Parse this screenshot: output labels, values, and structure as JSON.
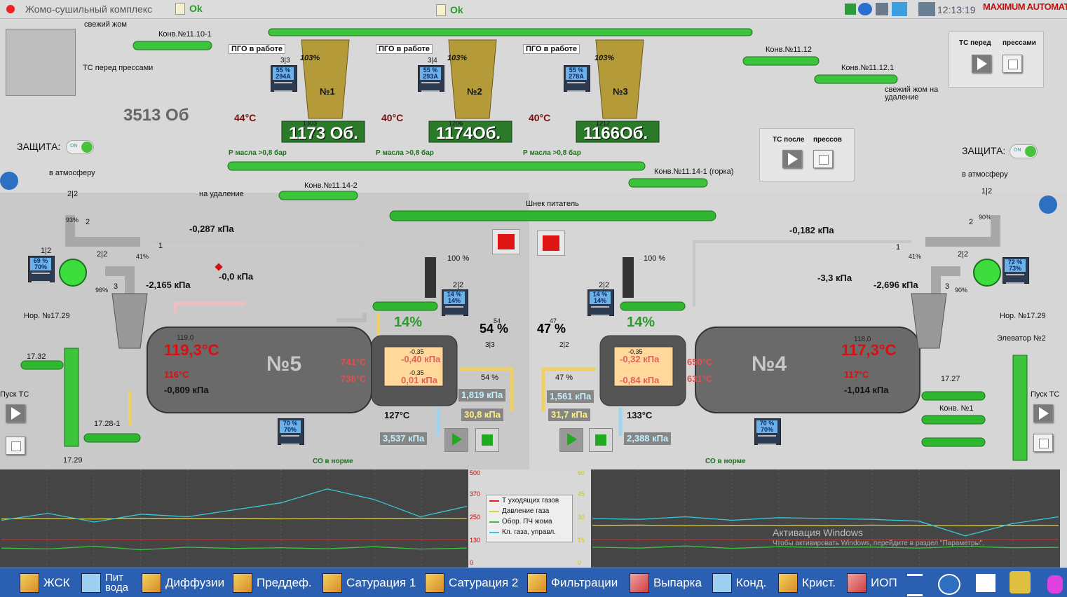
{
  "window": {
    "title": "Жомо-сушильный комплекс",
    "status1": "Ok",
    "status2": "Ok",
    "clock": "12:13:19",
    "brand": "MAXIMUM AUTOMATION"
  },
  "top": {
    "fresh_pulp": "свежий жом",
    "conv_11_10_1": "Конв.№11.10-1",
    "tc_before_press": "ТС перед прессами",
    "rpm_total": "3513 Об",
    "conv_11_12": "Конв.№11.12",
    "conv_11_12_1": "Конв.№11.12.1",
    "pulp_removal": "свежий жом на удаление",
    "tc_box1": {
      "a": "ТС перед",
      "b": "прессами"
    },
    "tc_box2": {
      "a": "ТС после",
      "b": "прессов"
    },
    "conv_11_14_1": "Конв.№11.14-1 (горка)",
    "conv_11_14_2": "Конв.№11.14-2",
    "to_removal": "на удаление",
    "feed_screw": "Шнек питатель",
    "presses": [
      {
        "pgo": "ПГО в работе",
        "num": "№1",
        "pct": "103%",
        "state": "3|3",
        "screen1": "55 %",
        "screen2": "294А",
        "temp": "44°C",
        "small": "1303",
        "rpm": "1173 Об.",
        "oil": "Р масла >0,8 бар"
      },
      {
        "pgo": "ПГО в работе",
        "num": "№2",
        "pct": "103%",
        "state": "3|4",
        "screen1": "55 %",
        "screen2": "293А",
        "temp": "40°C",
        "small": "1206",
        "rpm": "1174Об.",
        "oil": "Р масла >0,8 бар"
      },
      {
        "pgo": "ПГО в работе",
        "num": "№3",
        "pct": "103%",
        "state": "",
        "screen1": "55 %",
        "screen2": "278А",
        "temp": "40°C",
        "small": "1212",
        "rpm": "1166Об.",
        "oil": "Р масла >0,8 бар"
      }
    ]
  },
  "left": {
    "protect": "ЗАЩИТА:",
    "to_atm": "в атмосферу",
    "fan_state": "2|2",
    "fan_pct": "93%",
    "fan_num": "2",
    "damper_num": "1",
    "damper_pct": "41%",
    "p1": "-0,287 кПа",
    "fan2_state": "1|2",
    "fan2_screen1": "69 %",
    "fan2_screen2": "70%",
    "d2_state": "2|2",
    "d2_pct": "96%",
    "d2_num": "3",
    "p2": "-2,165 кПа",
    "p3": "-0,0 кПа",
    "nor": "Нор. №17.29",
    "n1732": "17.32",
    "start_tc": "Пуск ТС",
    "n1728": "17.28-1",
    "n1729": "17.29",
    "drum": "№5",
    "tsmall": "119,0",
    "tmain": "119,3°C",
    "t116": "116°C",
    "pdrum": "-0,809 кПа",
    "t741": "741°C",
    "t736": "736°C",
    "f_a": "-0,35",
    "f_b": "-0,40 кПа",
    "f_c": "-0,35",
    "f_d": "0,01 кПа",
    "gas_temp": "127°C",
    "press_a": "3,537 кПа",
    "press_b": "1,819 кПа",
    "press_c": "30,8 кПа",
    "valve_state": "3|3",
    "valve_pct": "54 %",
    "pct54big": "54 %",
    "pct54small": "54",
    "screw_pct": "14%",
    "screw_state": "2|2",
    "screw_screen1": "14 %",
    "screw_screen2": "14%",
    "feeder_pct": "100 %",
    "co": "СО в норме",
    "bot_screen1": "70 %",
    "bot_screen2": "70%"
  },
  "right": {
    "protect": "ЗАЩИТА:",
    "to_atm": "в атмосферу",
    "fan_state": "1|2",
    "fan_pct": "90%",
    "fan_num": "2",
    "damper_num": "1",
    "damper_pct": "41%",
    "p1": "-0,182 кПа",
    "fan2_state": "2|2",
    "fan2_screen1": "72 %",
    "fan2_screen2": "73%",
    "d2_pct": "90%",
    "d2_num": "3",
    "p2": "-2,696 кПа",
    "p3": "-3,3 кПа",
    "nor": "Нор. №17.29",
    "elevator": "Элеватор №2",
    "n1727": "17.27",
    "start_tc": "Пуск ТС",
    "conv1": "Конв. №1",
    "drum": "№4",
    "tsmall": "118,0",
    "tmain": "117,3°C",
    "t117": "117°C",
    "pdrum": "-1,014 кПа",
    "t650": "650°C",
    "t631": "631°C",
    "f_a": "-0,35",
    "f_b": "-0,32 кПа",
    "f_d": "-0,84 кПа",
    "gas_temp": "133°C",
    "press_a": "2,388 кПа",
    "press_b": "1,561 кПа",
    "press_c": "31,7 кПа",
    "valve_state": "2|2",
    "valve_pct": "47 %",
    "pct47big": "47 %",
    "pct47small": "47",
    "screw_pct": "14%",
    "screw_state": "2|2",
    "screw_screen1": "14 %",
    "screw_screen2": "14%",
    "feeder_pct": "100 %",
    "co": "СО в норме",
    "bot_screen1": "70 %",
    "bot_screen2": "70%"
  },
  "trend": {
    "axis_left": [
      "500",
      "370",
      "250",
      "130",
      "0"
    ],
    "axis_right": [
      "60",
      "45",
      "30",
      "15",
      "0"
    ],
    "legend": [
      "Т уходящих газов",
      "Давление газа",
      "Обор. ПЧ жома",
      "Кл. газа, управл."
    ],
    "colors": [
      "#e02020",
      "#e0d040",
      "#3cc23c",
      "#39c8d8"
    ],
    "watermark1": "Активация Windows",
    "watermark2": "Чтобы активировать Windows, перейдите в раздел \"Параметры\"."
  },
  "chart_data": {
    "type": "line",
    "left_panel": {
      "series": [
        {
          "name": "Т уходящих газов",
          "values": [
            130,
            130,
            130,
            130,
            130,
            130,
            130,
            130,
            130,
            130,
            130
          ]
        },
        {
          "name": "Давление газа",
          "values": [
            248,
            250,
            247,
            252,
            249,
            251,
            248,
            250,
            249,
            252,
            250
          ]
        },
        {
          "name": "Обор. ПЧ жома",
          "values": [
            80,
            75,
            90,
            70,
            85,
            78,
            82,
            76,
            88,
            74,
            80
          ]
        },
        {
          "name": "Кл. газа, управл.",
          "values": [
            240,
            280,
            230,
            275,
            260,
            300,
            340,
            420,
            360,
            260,
            320
          ]
        }
      ]
    },
    "right_panel": {
      "series": [
        {
          "name": "Т уходящих газов",
          "values": [
            130,
            130,
            130,
            130,
            130,
            130,
            130,
            130,
            130,
            130,
            130
          ]
        },
        {
          "name": "Давление газа",
          "values": [
            210,
            212,
            208,
            211,
            210,
            209,
            212,
            210,
            208,
            211,
            210
          ]
        },
        {
          "name": "Обор. ПЧ жома",
          "values": [
            85,
            80,
            92,
            78,
            88,
            83,
            86,
            80,
            90,
            82,
            84
          ]
        },
        {
          "name": "Кл. газа, управл.",
          "values": [
            250,
            245,
            260,
            240,
            255,
            250,
            245,
            235,
            150,
            220,
            260
          ]
        }
      ]
    },
    "ylim_left": [
      0,
      500
    ],
    "ylim_right": [
      0,
      60
    ]
  },
  "taskbar": [
    "ЖСК",
    "Пит вода",
    "Диффузии",
    "Преддеф.",
    "Сатурация 1",
    "Сатурация 2",
    "Фильтрации",
    "Выпарка",
    "Конд.",
    "Крист.",
    "ИОП"
  ]
}
